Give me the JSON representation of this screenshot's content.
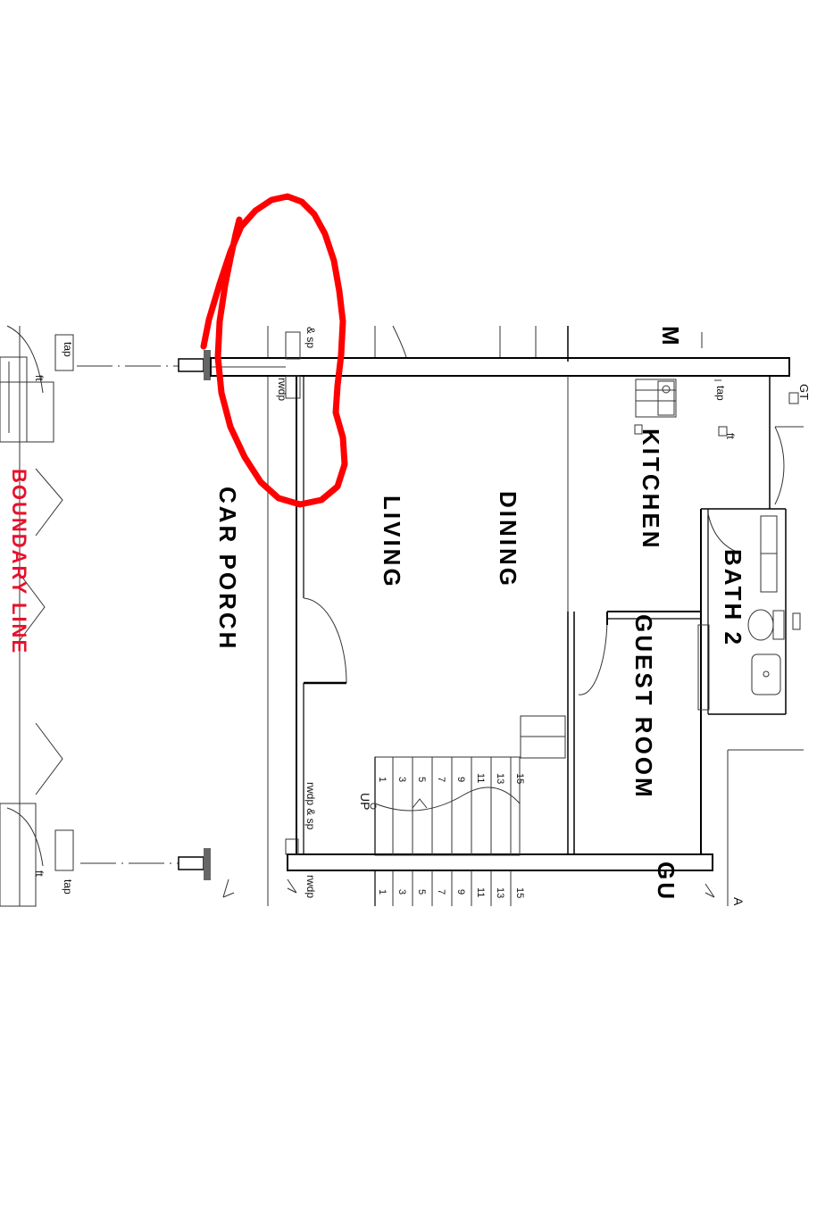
{
  "rooms": {
    "boundary": "BOUNDARY LINE",
    "car_porch": "CAR PORCH",
    "living": "LIVING",
    "dining": "DINING",
    "kitchen": "KITCHEN",
    "bath2": "BATH 2",
    "guest_room": "GUEST ROOM",
    "cut_top": "M",
    "cut_bottom": "GU"
  },
  "fixtures": {
    "tap_top": "tap",
    "ft_top": "ft",
    "sp_top": "& sp",
    "rwdp_top": "rwdp",
    "tap_kitchen": "tap",
    "ft_kitchen": "ft",
    "gt": "GT",
    "rwdp_sp_mid": "rwdp & sp",
    "rwdp_bottom": "rwdp",
    "tap_bottom": "tap",
    "ft_bottom": "ft",
    "stair_up": "UP",
    "cut_a": "A"
  },
  "stairs": {
    "upper_flight": [
      "1",
      "3",
      "5",
      "7",
      "9",
      "11",
      "13",
      "15"
    ],
    "lower_flight": [
      "1",
      "3",
      "5",
      "7",
      "9",
      "11",
      "13",
      "15"
    ]
  },
  "colors": {
    "annotation": "#ff0000",
    "boundary_text": "#e8102a",
    "line": "#000000",
    "fill_dark": "#666666"
  }
}
